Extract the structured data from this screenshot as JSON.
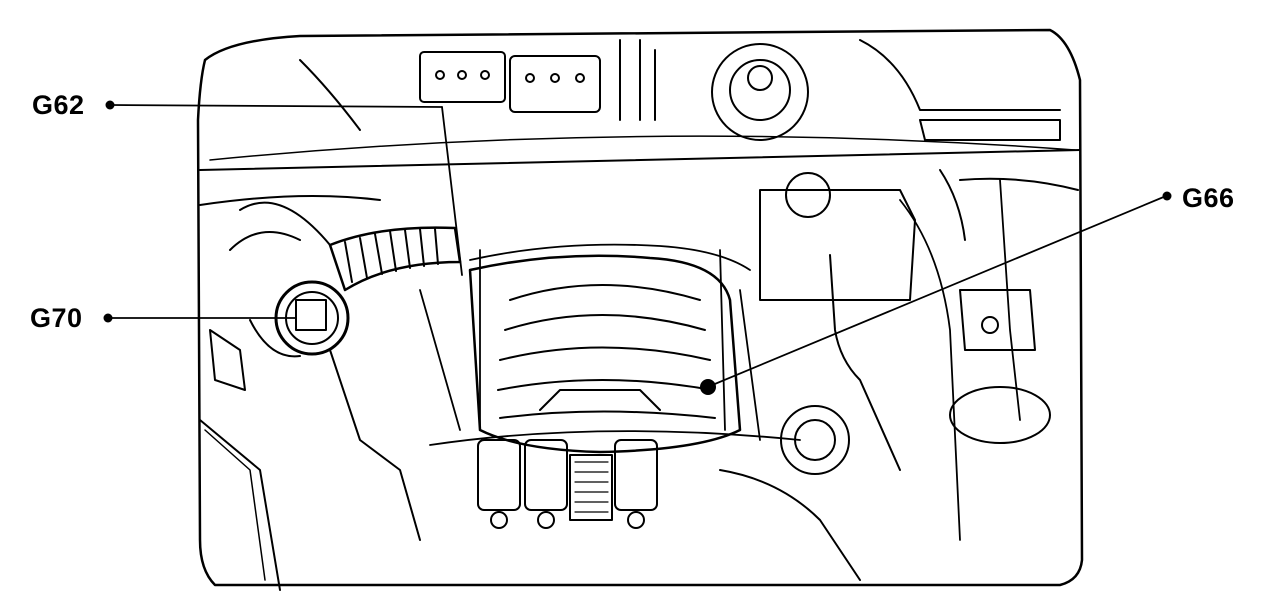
{
  "callouts": {
    "g62": {
      "label": "G62"
    },
    "g70": {
      "label": "G70"
    },
    "g66": {
      "label": "G66"
    }
  },
  "colors": {
    "ink": "#000000",
    "paper": "#ffffff"
  }
}
